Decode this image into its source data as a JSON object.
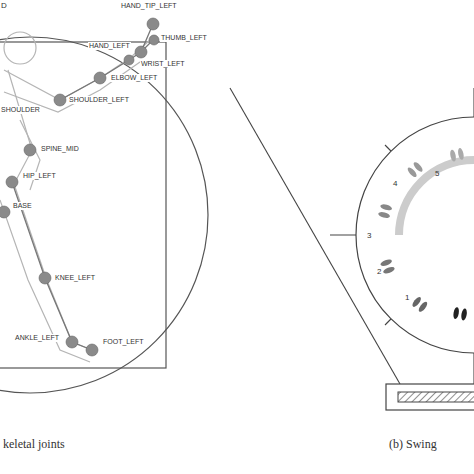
{
  "diagram": {
    "labels": [
      "D",
      "HAND_TIP_LEFT",
      "HAND_LEFT",
      "THUMB_LEFT",
      "WRIST_LEFT",
      "ELBOW_LEFT",
      "SHOULDER",
      "SHOULDER_LEFT",
      "SPINE_MID",
      "HIP_LEFT",
      "BASE",
      "KNEE_LEFT",
      "ANKLE_LEFT",
      "FOOT_LEFT",
      "5",
      "4",
      "3",
      "2",
      "1",
      "keletal joints",
      "(b) Swing"
    ]
  }
}
